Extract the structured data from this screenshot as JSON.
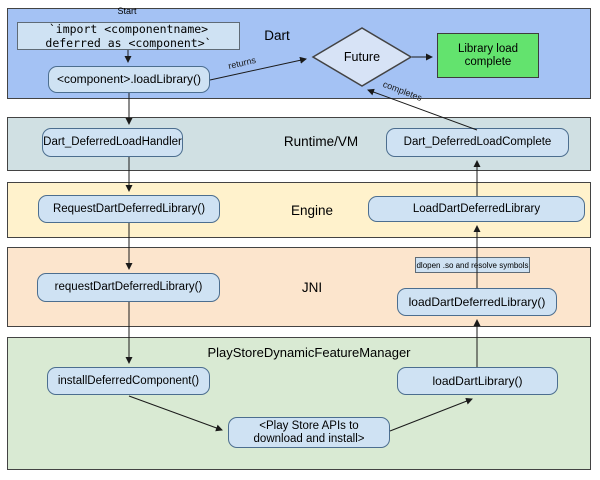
{
  "layers": [
    {
      "id": "dart",
      "label": "Dart",
      "color": "#a4c2f4"
    },
    {
      "id": "runtime",
      "label": "Runtime/VM",
      "color": "#d0e0e3"
    },
    {
      "id": "engine",
      "label": "Engine",
      "color": "#fff2cc"
    },
    {
      "id": "jni",
      "label": "JNI",
      "color": "#fce5cd"
    },
    {
      "id": "playstore",
      "label": "PlayStoreDynamicFeatureManager",
      "color": "#d9ead3"
    }
  ],
  "nodes": {
    "start_caption": "Start",
    "import_code": "`import <componentname>\ndeferred as <component>`",
    "load_library": "<component>.loadLibrary()",
    "future_decision": "Future",
    "library_load_complete": "Library load\ncomplete",
    "dart_deferred_load_handler": "Dart_DeferredLoadHandler",
    "dart_deferred_load_complete": "Dart_DeferredLoadComplete",
    "request_dart_deferred_library_engine": "RequestDartDeferredLibrary()",
    "load_dart_deferred_library_engine": "LoadDartDeferredLibrary",
    "request_dart_deferred_library_jni": "requestDartDeferredLibrary()",
    "dlopen_note": "dlopen .so and resolve symbols",
    "load_dart_deferred_library_jni": "loadDartDeferredLibrary()",
    "install_deferred_component": "installDeferredComponent()",
    "load_dart_library": "loadDartLibrary()",
    "play_store_apis": "<Play Store APIs to\ndownload and install>"
  },
  "edge_labels": {
    "returns": "returns",
    "completes": "completes"
  },
  "arrows": [
    {
      "from": "import-code",
      "to": "load-library"
    },
    {
      "from": "load-library",
      "to": "future-decision",
      "label": "returns"
    },
    {
      "from": "future-decision",
      "to": "library-load-complete"
    },
    {
      "from": "dart-deferred-load-complete",
      "to": "future-decision",
      "label": "completes"
    },
    {
      "from": "load-library",
      "to": "dart-deferred-load-handler"
    },
    {
      "from": "dart-deferred-load-handler",
      "to": "request-dart-deferred-library-engine"
    },
    {
      "from": "request-dart-deferred-library-engine",
      "to": "request-dart-deferred-library-jni"
    },
    {
      "from": "request-dart-deferred-library-jni",
      "to": "install-deferred-component"
    },
    {
      "from": "install-deferred-component",
      "to": "play-store-apis"
    },
    {
      "from": "play-store-apis",
      "to": "load-dart-library"
    },
    {
      "from": "load-dart-library",
      "to": "load-dart-deferred-library-jni"
    },
    {
      "from": "load-dart-deferred-library-jni",
      "to": "load-dart-deferred-library-engine"
    },
    {
      "from": "load-dart-deferred-library-engine",
      "to": "dart-deferred-load-complete"
    }
  ],
  "colors": {
    "node_fill": "#cfe2f3",
    "node_border": "#4c6e8f",
    "diamond_fill": "#d7e3f6",
    "success_fill": "#63e36e",
    "band_border": "#434343",
    "arrow": "#1a1a1a"
  }
}
